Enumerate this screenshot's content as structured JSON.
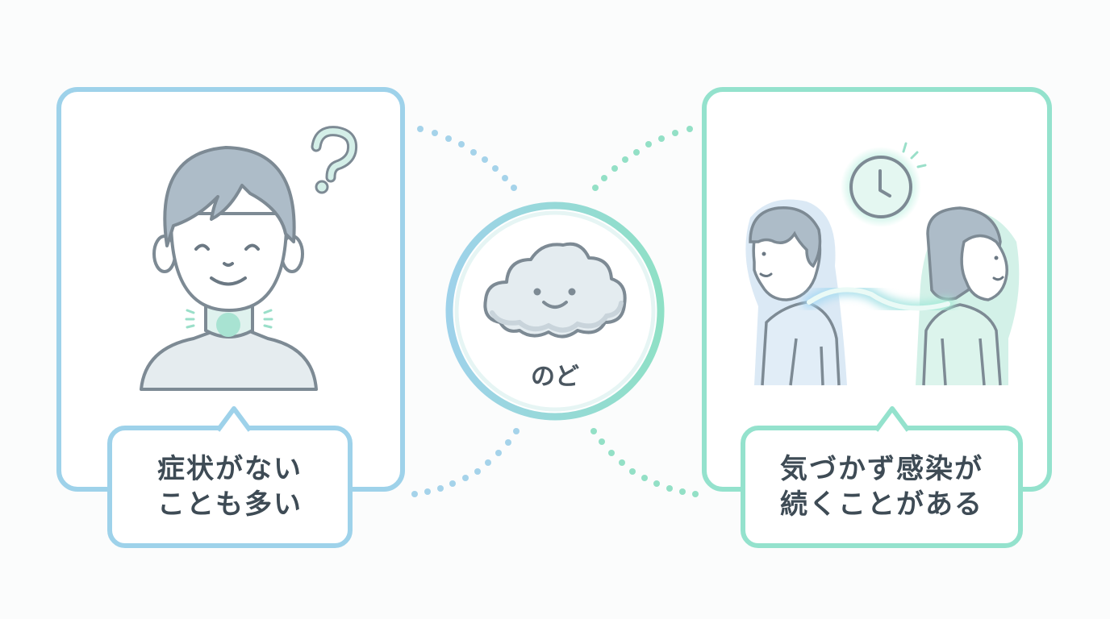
{
  "center": {
    "label": "のど",
    "icon": "cloud-face-icon"
  },
  "left_panel": {
    "icons": [
      "smiling-person-icon",
      "question-mark-icon",
      "throat-glow-icon"
    ],
    "caption_lines": [
      "症状がない",
      "ことも多い"
    ]
  },
  "right_panel": {
    "icons": [
      "clock-icon",
      "person-man-icon",
      "person-woman-icon",
      "transmission-wave-icon"
    ],
    "caption_lines": [
      "気づかず感染が",
      "続くことがある"
    ]
  },
  "colors": {
    "left_accent": "#9ed2ea",
    "right_accent": "#94e2cd",
    "line_gray": "#7d8a94",
    "text_dark": "#3e4b55"
  }
}
